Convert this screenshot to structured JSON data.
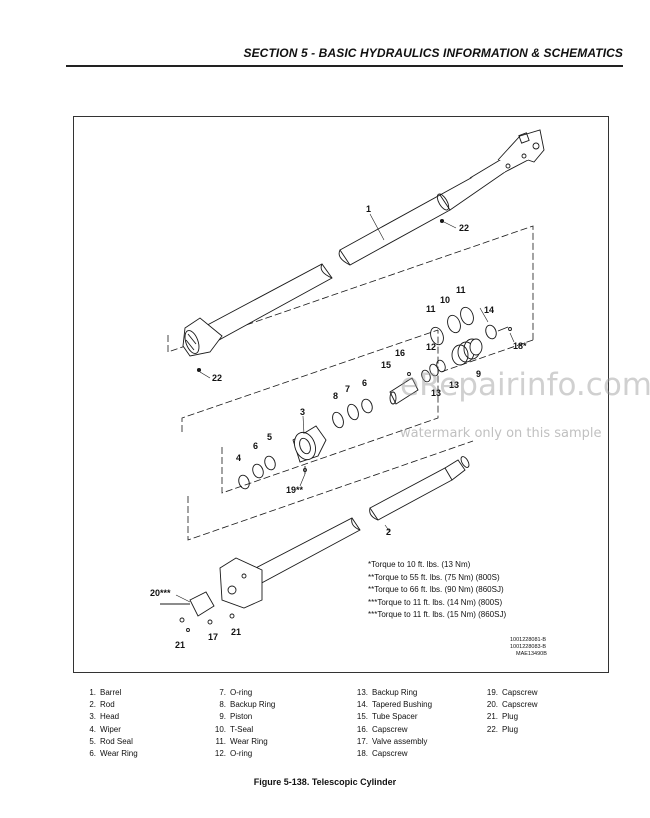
{
  "header": {
    "section_title": "SECTION 5 - BASIC HYDRAULICS INFORMATION & SCHEMATICS"
  },
  "figure": {
    "callouts": [
      "1",
      "22",
      "22",
      "11",
      "10",
      "11",
      "14",
      "18*",
      "16",
      "12",
      "15",
      "9",
      "13",
      "13",
      "3",
      "8",
      "7",
      "6",
      "6",
      "5",
      "4",
      "19**",
      "2",
      "20***",
      "17",
      "21",
      "21"
    ],
    "torque_notes": [
      "*Torque to 10 ft. lbs. (13 Nm)",
      "**Torque to 55 ft. lbs. (75 Nm) (800S)",
      "**Torque to 66 ft. lbs. (90 Nm) (860SJ)",
      "***Torque to 11 ft. lbs. (14 Nm) (800S)",
      "***Torque to 11 ft. lbs. (15 Nm) (860SJ)"
    ],
    "part_codes": [
      "1001228081-B",
      "1001228083-B",
      "MAE13490B"
    ]
  },
  "watermark": {
    "logo": "eRepairinfo.com",
    "note": "watermark only on this sample"
  },
  "legend": {
    "columns": [
      [
        {
          "num": "1.",
          "label": "Barrel"
        },
        {
          "num": "2.",
          "label": "Rod"
        },
        {
          "num": "3.",
          "label": "Head"
        },
        {
          "num": "4.",
          "label": "Wiper"
        },
        {
          "num": "5.",
          "label": "Rod Seal"
        },
        {
          "num": "6.",
          "label": "Wear Ring"
        }
      ],
      [
        {
          "num": "7.",
          "label": "O-ring"
        },
        {
          "num": "8.",
          "label": "Backup Ring"
        },
        {
          "num": "9.",
          "label": "Piston"
        },
        {
          "num": "10.",
          "label": "T-Seal"
        },
        {
          "num": "11.",
          "label": "Wear Ring"
        },
        {
          "num": "12.",
          "label": "O-ring"
        }
      ],
      [
        {
          "num": "13.",
          "label": "Backup Ring"
        },
        {
          "num": "14.",
          "label": "Tapered Bushing"
        },
        {
          "num": "15.",
          "label": "Tube Spacer"
        },
        {
          "num": "16.",
          "label": "Capscrew"
        },
        {
          "num": "17.",
          "label": "Valve assembly"
        },
        {
          "num": "18.",
          "label": "Capscrew"
        }
      ],
      [
        {
          "num": "19.",
          "label": "Capscrew"
        },
        {
          "num": "20.",
          "label": "Capscrew"
        },
        {
          "num": "21.",
          "label": "Plug"
        },
        {
          "num": "22.",
          "label": "Plug"
        }
      ]
    ]
  },
  "caption": "Figure 5-138.  Telescopic Cylinder"
}
